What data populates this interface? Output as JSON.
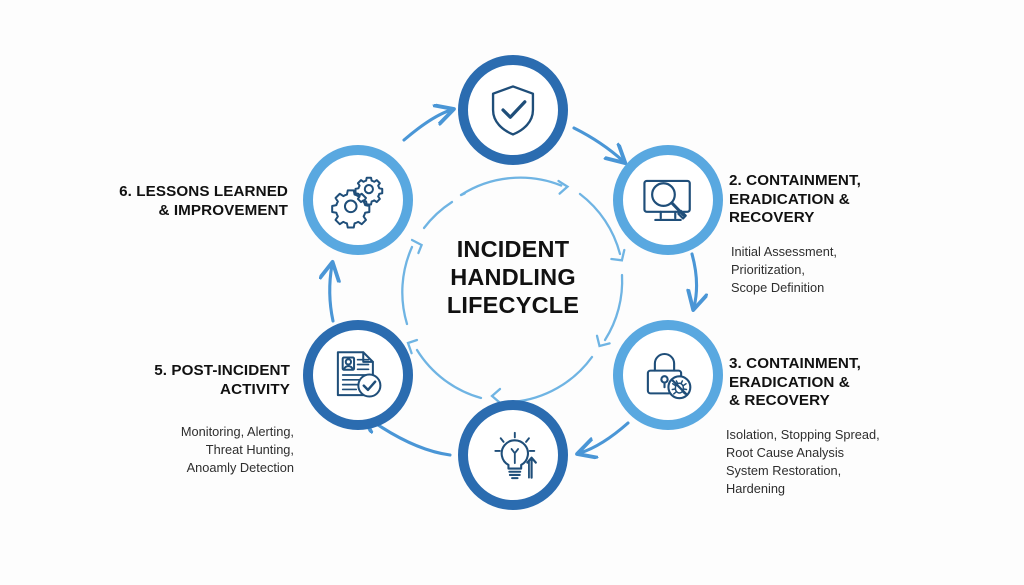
{
  "diagram": {
    "title": "INCIDENT\nHANDLING\nLIFECYCLE",
    "type": "cyclical-process",
    "background_color": "#fdfdfd",
    "colors": {
      "ring_dark_blue": "#2b6cb0",
      "ring_light_blue": "#59a8e0",
      "icon_stroke": "#1f4e79",
      "arrow_outer": "#4a96d6",
      "arrow_inner": "#6fb4e3",
      "heading_text": "#111111",
      "body_text": "#2e2e2e"
    },
    "nodes": [
      {
        "id": "node-1",
        "position": "top",
        "ring_style": "dark",
        "icon": "shield-check-icon",
        "icon_label": "shield with checkmark"
      },
      {
        "id": "node-2",
        "position": "top-right",
        "ring_style": "light",
        "icon": "monitor-magnifier-icon",
        "icon_label": "monitor with magnifying glass"
      },
      {
        "id": "node-3",
        "position": "bottom-right",
        "ring_style": "light",
        "icon": "padlock-antivirus-icon",
        "icon_label": "padlock with blocked bug badge"
      },
      {
        "id": "node-4",
        "position": "bottom",
        "ring_style": "dark",
        "icon": "lightbulb-arrow-up-icon",
        "icon_label": "lightbulb with upward arrow"
      },
      {
        "id": "node-5",
        "position": "bottom-left",
        "ring_style": "dark",
        "icon": "document-person-check-icon",
        "icon_label": "document with person and checkmark"
      },
      {
        "id": "node-6",
        "position": "top-left",
        "ring_style": "light",
        "icon": "gears-icon",
        "icon_label": "two gears"
      }
    ],
    "labels": {
      "step2": {
        "heading": "2. CONTAINMENT,\nERADICATION &\n   RECOVERY",
        "description": "Initial Assessment,\nPrioritization,\nScope Definition",
        "align": "left"
      },
      "step3": {
        "heading": "3. CONTAINMENT,\nERADICATION &\n& RECOVERY",
        "description": "Isolation, Stopping Spread,\nRoot Cause Analysis\nSystem Restoration,\nHardening",
        "align": "left"
      },
      "step5": {
        "heading": "5. POST-INCIDENT\nACTIVITY",
        "description": "Monitoring, Alerting,\nThreat Hunting,\nAnoamly Detection",
        "align": "right"
      },
      "step6": {
        "heading": "6. LESSONS LEARNED\n& IMPROVEMENT",
        "description": "",
        "align": "right"
      }
    }
  }
}
